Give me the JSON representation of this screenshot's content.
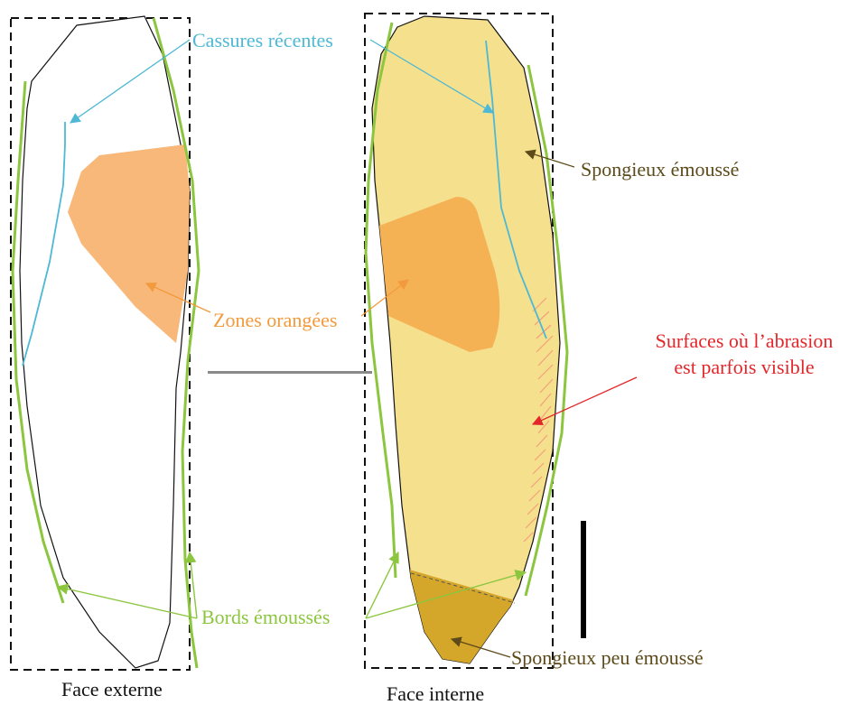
{
  "labels": {
    "recent_breaks": "Cassures récentes",
    "spongy_blunted": "Spongieux émoussé",
    "orange_zones": "Zones orangées",
    "abrasion_line1": "Surfaces où l’abrasion",
    "abrasion_line2": "est parfois visible",
    "blunted_edges": "Bords émoussés",
    "spongy_slightly_blunted": "Spongieux peu émoussé",
    "face_external": "Face externe",
    "face_internal": "Face interne"
  },
  "colors": {
    "recent_breaks": "#4fb8d4",
    "spongy_blunted_text": "#5c4a1a",
    "orange_zone_fill": "#f7b87a",
    "orange_label": "#f39a3c",
    "abrasion_text": "#e3262a",
    "abrasion_hatch": "#f4a07a",
    "blunted_edges": "#8cc63f",
    "spongy_slightly_fill": "#d4a62a",
    "spongy_slightly_text": "#5c4a1a",
    "internal_face_fill": "#f5e08e",
    "internal_orange_fill": "#f5b255",
    "scale_bar": "#000000",
    "separator": "#8a8a8a"
  }
}
